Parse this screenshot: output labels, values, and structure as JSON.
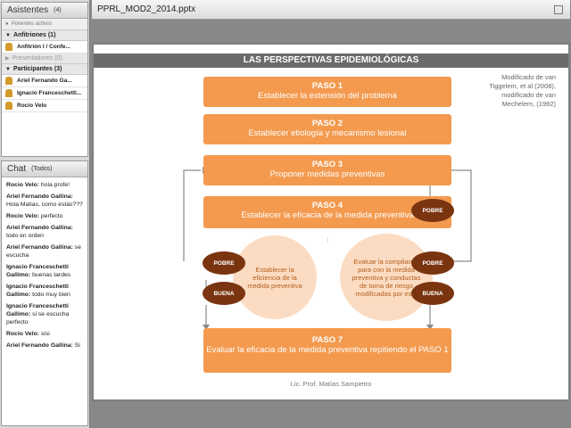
{
  "attendees": {
    "title": "Asistentes",
    "count": "(4)",
    "status": "Ponentes activos",
    "hosts": {
      "label": "Anfitriones (1)",
      "items": [
        "Anfitrión I / Confe..."
      ]
    },
    "presenters": {
      "label": "Presentadores (0)"
    },
    "participants": {
      "label": "Participantes (3)",
      "items": [
        "Ariel Fernando Ga...",
        "Ignacio Franceschetti...",
        "Rocio Velo"
      ]
    }
  },
  "chat": {
    "title": "Chat",
    "scope": "(Todos)",
    "messages": [
      {
        "name": "Rocio Velo:",
        "text": "hola profe!"
      },
      {
        "name": "Ariel Fernando Gallina:",
        "text": "Hola Matias, como estás???"
      },
      {
        "name": "Rocio Velo:",
        "text": "perfecto"
      },
      {
        "name": "Ariel Fernando Gallina:",
        "text": "todo en orden"
      },
      {
        "name": "Ariel Fernando Gallina:",
        "text": "se escucha"
      },
      {
        "name": "Ignacio Franceschetti Gallimo:",
        "text": "buenas tardes"
      },
      {
        "name": "Ignacio Franceschetti Gallimo:",
        "text": "todo muy bien"
      },
      {
        "name": "Ignacio Franceschetti Gallimo:",
        "text": "si se escucha perfecto"
      },
      {
        "name": "Rocio Velo:",
        "text": "sisi"
      },
      {
        "name": "Ariel Fernando Gallina:",
        "text": "Si"
      }
    ]
  },
  "document": {
    "filename": "PPRL_MOD2_2014.pptx"
  },
  "slide": {
    "title": "LAS PERSPECTIVAS EPIDEMIOLÓGICAS",
    "credit": "Modificado de van Tiggelem, et al (2008), modificado de van Mechelem, (1992)",
    "paso1": {
      "heading": "PASO 1",
      "text": "Establecer la extensión del problema"
    },
    "paso2": {
      "heading": "PASO 2",
      "text": "Establecer etiología y mecanismo lesional"
    },
    "paso3": {
      "heading": "PASO 3",
      "text": "Proponer medidas preventivas"
    },
    "paso4": {
      "heading": "PASO 4",
      "text": "Establecer la eficacia de la medida preventiva"
    },
    "paso7": {
      "heading": "PASO 7",
      "text": "Evaluar la eficacia de la medida preventiva repitiendo el PASO 1"
    },
    "left_circle": "Establecer la eficiencia de la medida preventiva",
    "right_circle": "Evaluar la complianza para con la medida preventiva y conductas de toma de riesgo modificadas por esta",
    "labels": {
      "pobre": "POBRE",
      "buena": "BUENA"
    },
    "author": "Lic. Prof. Matías Sampietro"
  }
}
